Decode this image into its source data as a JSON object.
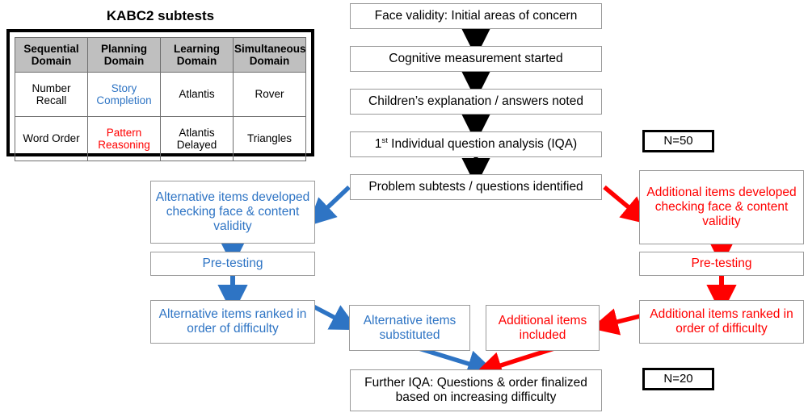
{
  "figure": {
    "type": "flowchart",
    "colors": {
      "blue": "#2E74C4",
      "red": "#FF0000",
      "black": "#000000",
      "box_border": "#9a9a9a",
      "table_header_fill": "#BFBFBF"
    }
  },
  "table": {
    "title": "KABC2 subtests",
    "headers": [
      "Sequential\nDomain",
      "Planning\nDomain",
      "Learning\nDomain",
      "Simultaneous\nDomain"
    ],
    "header_lines": [
      [
        "Sequential",
        "Domain"
      ],
      [
        "Planning",
        "Domain"
      ],
      [
        "Learning",
        "Domain"
      ],
      [
        "Simultaneous",
        "Domain"
      ]
    ],
    "rows": [
      [
        {
          "text": "Number Recall",
          "color": "black"
        },
        {
          "text": "Story Completion",
          "color": "blue"
        },
        {
          "text": "Atlantis",
          "color": "black"
        },
        {
          "text": "Rover",
          "color": "black"
        }
      ],
      [
        {
          "text": "Word Order",
          "color": "black"
        },
        {
          "text": "Pattern Reasoning",
          "color": "red"
        },
        {
          "text": "Atlantis Delayed",
          "color": "black"
        },
        {
          "text": "Triangles",
          "color": "black"
        }
      ]
    ]
  },
  "flow": {
    "nodes": {
      "face_validity": {
        "label": "Face validity: Initial areas of concern",
        "color": "black"
      },
      "cognitive_measurement": {
        "label": "Cognitive measurement started",
        "color": "black"
      },
      "children_explanation": {
        "label": "Children’s explanation / answers noted",
        "color": "black"
      },
      "first_iqa": {
        "label_prefix": "1",
        "label_sup": "st",
        "label_rest": " Individual question analysis (IQA)",
        "color": "black"
      },
      "problem_subtests": {
        "label": "Problem subtests / questions identified",
        "color": "black"
      },
      "alt_items_developed": {
        "label": "Alternative items developed checking face & content validity",
        "color": "blue"
      },
      "alt_pre_testing": {
        "label": "Pre-testing",
        "color": "blue"
      },
      "alt_items_ranked": {
        "label": "Alternative items ranked in order of difficulty",
        "color": "blue"
      },
      "alt_items_substituted": {
        "label": "Alternative items substituted",
        "color": "blue"
      },
      "add_items_developed": {
        "label": "Additional items developed checking face & content validity",
        "color": "red"
      },
      "add_pre_testing": {
        "label": "Pre-testing",
        "color": "red"
      },
      "add_items_ranked": {
        "label": "Additional items ranked in order of difficulty",
        "color": "red"
      },
      "add_items_included": {
        "label": "Additional items included",
        "color": "red"
      },
      "further_iqa": {
        "label": "Further IQA: Questions & order finalized based on increasing difficulty",
        "color": "black"
      },
      "n_50": {
        "label": "N=50",
        "color": "black"
      },
      "n_20": {
        "label": "N=20",
        "color": "black"
      }
    }
  }
}
